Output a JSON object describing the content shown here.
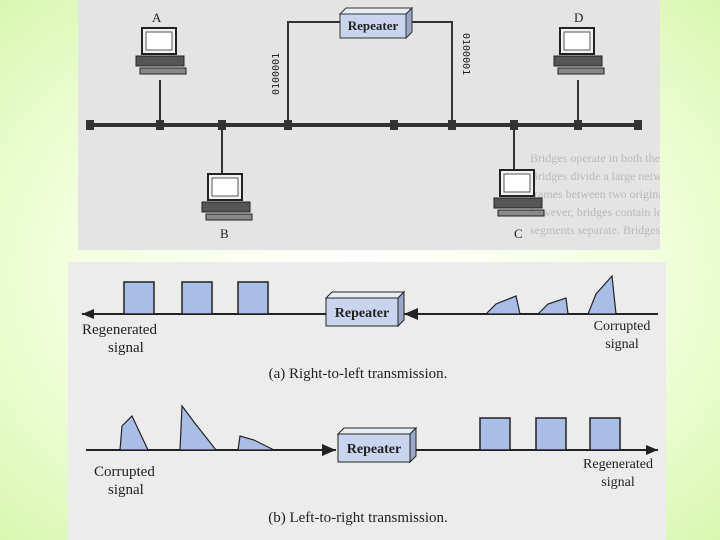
{
  "colors": {
    "background_edge": "#d8f7b0",
    "panel": "#e4e4e4",
    "repeater_fill": "#c9d5ee",
    "pulse_fill": "#a9bde6",
    "ink": "#222222"
  },
  "top": {
    "repeater": "Repeater",
    "nodes": {
      "a": "A",
      "b": "B",
      "c": "C",
      "d": "D"
    },
    "bits_left": "0100001",
    "bits_right": "0100001",
    "ghost_lines": [
      "Bridges operate in both the physical and the data link layers of the OS",
      "Bridges divide a large network into smaller segments",
      "frames between two originally separate segments",
      "however, bridges contain logic that allows them to keep the",
      "segments separate. Bridges are repeaters that are smart enough to relay"
    ]
  },
  "bottom": {
    "panel_a": {
      "repeater": "Repeater",
      "left_label": [
        "Regenerated",
        "signal"
      ],
      "right_label": [
        "Corrupted",
        "signal"
      ],
      "caption": "(a) Right-to-left transmission."
    },
    "panel_b": {
      "repeater": "Repeater",
      "left_label": [
        "Corrupted",
        "signal"
      ],
      "right_label": [
        "Regenerated",
        "signal"
      ],
      "caption": "(b) Left-to-right transmission."
    }
  }
}
